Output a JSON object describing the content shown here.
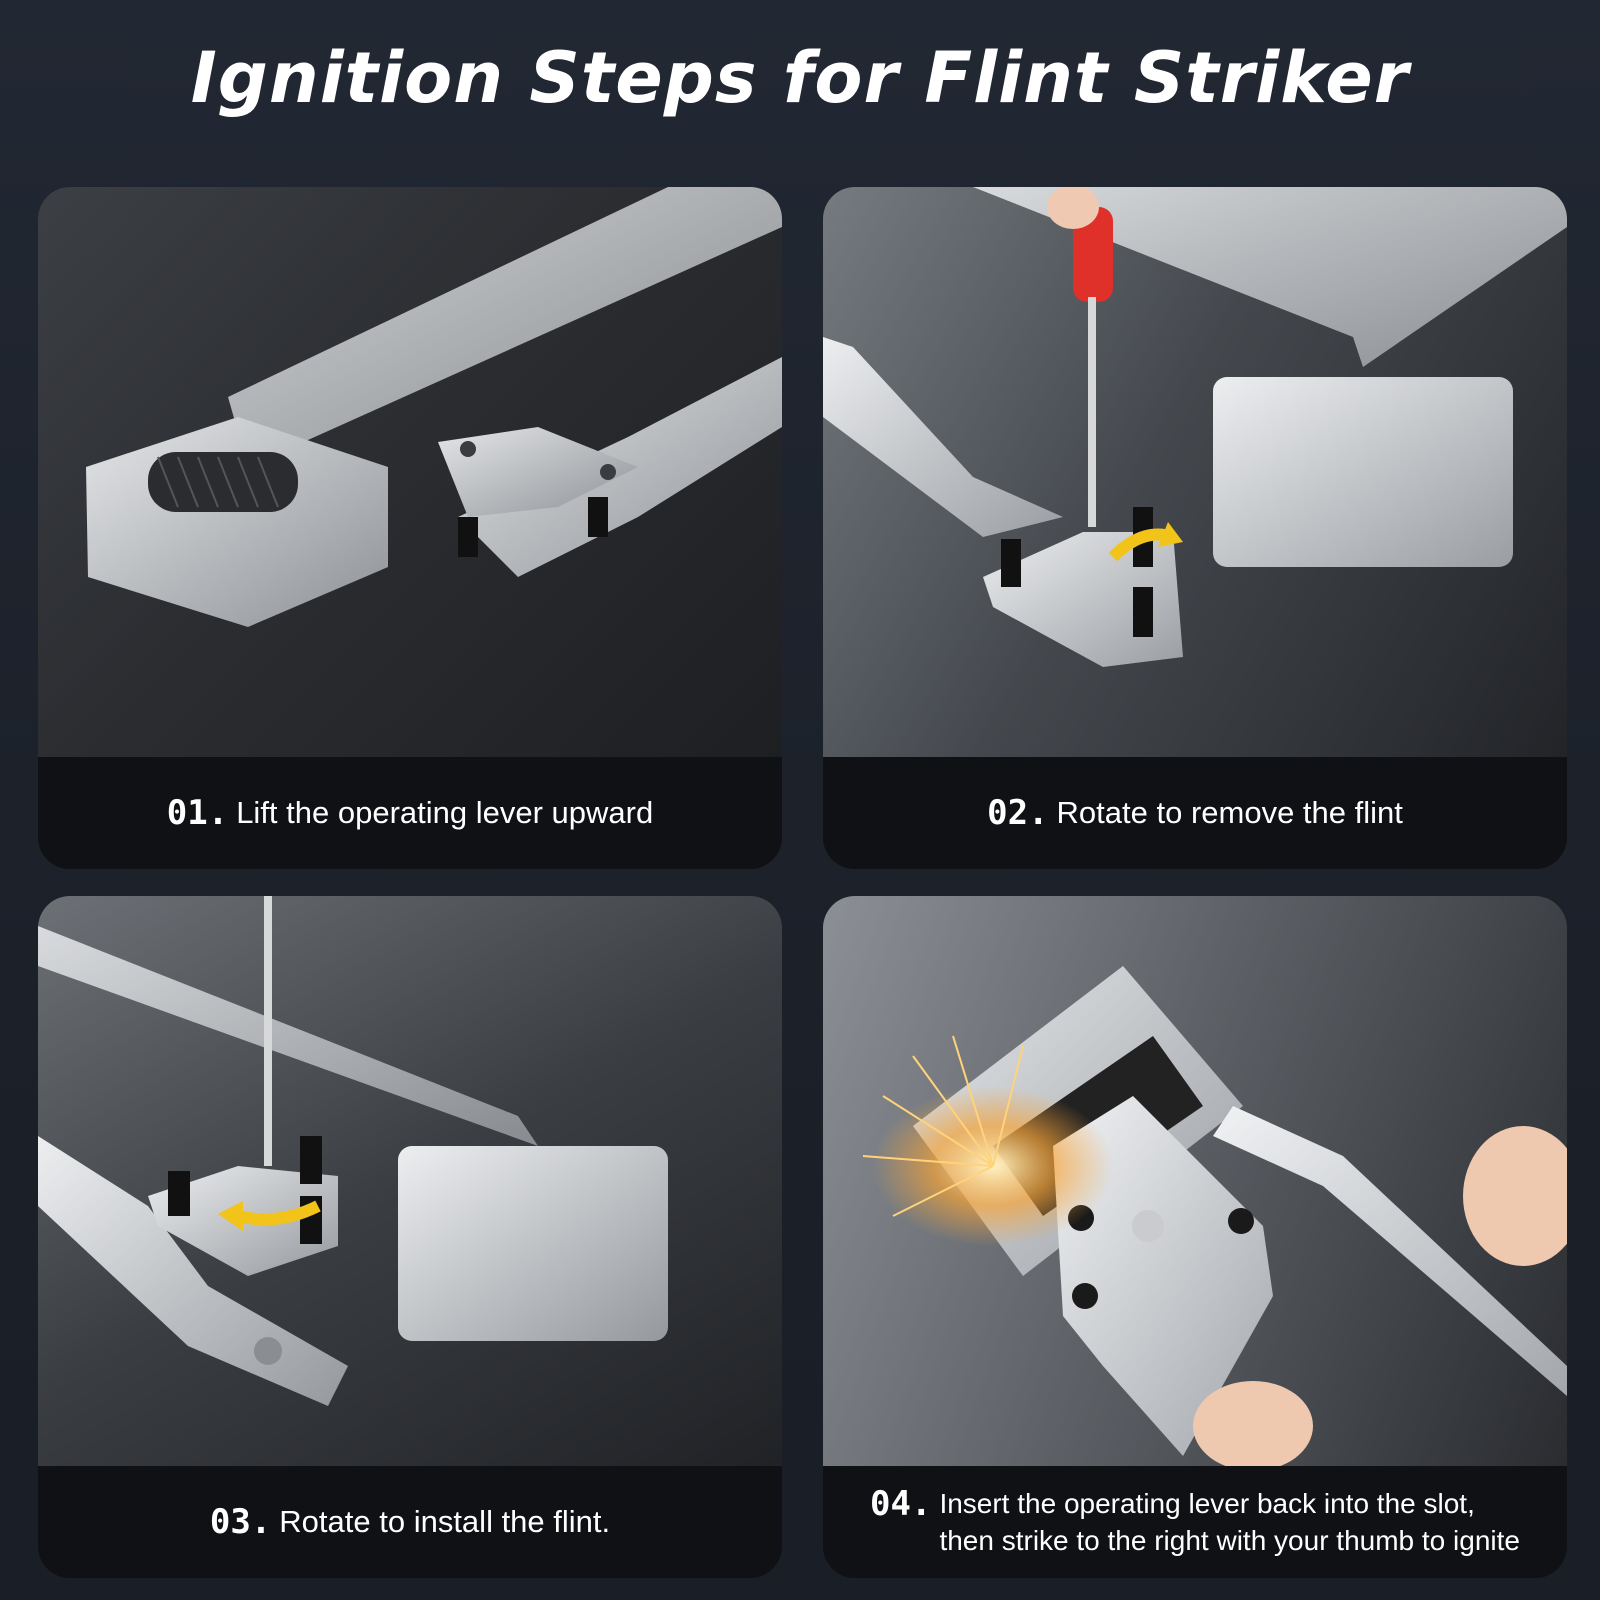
{
  "title": "Ignition Steps for Flint Striker",
  "steps": [
    {
      "number": "01.",
      "text": "Lift the operating lever upward"
    },
    {
      "number": "02.",
      "text": "Rotate to remove the flint"
    },
    {
      "number": "03.",
      "text": "Rotate to install the flint."
    },
    {
      "number": "04.",
      "text": "Insert the operating lever back into the slot,\nthen strike to the right with your thumb to ignite"
    }
  ],
  "colors": {
    "background": "#1f242d",
    "caption_bg": "#0f1115",
    "text": "#ffffff",
    "arrow": "#f2c318",
    "screwdriver_handle": "#e0302a",
    "metal": "#b9bcc0"
  }
}
